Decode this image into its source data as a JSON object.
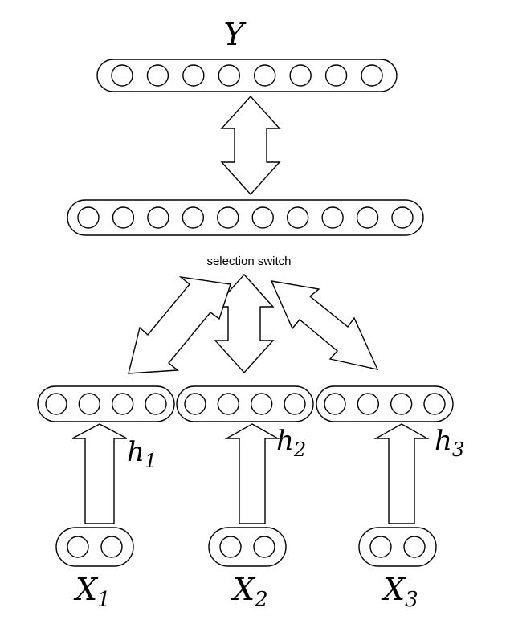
{
  "labels": {
    "output": "Y",
    "switch": "selection switch",
    "inputs": [
      {
        "var": "X",
        "sub": "1"
      },
      {
        "var": "X",
        "sub": "2"
      },
      {
        "var": "X",
        "sub": "3"
      }
    ],
    "hidden": [
      {
        "var": "h",
        "sub": "1"
      },
      {
        "var": "h",
        "sub": "2"
      },
      {
        "var": "h",
        "sub": "3"
      }
    ]
  },
  "layers": {
    "output_units": 8,
    "switch_units": 10,
    "hidden_units_per_module": 4,
    "input_units_per_module": 2
  }
}
